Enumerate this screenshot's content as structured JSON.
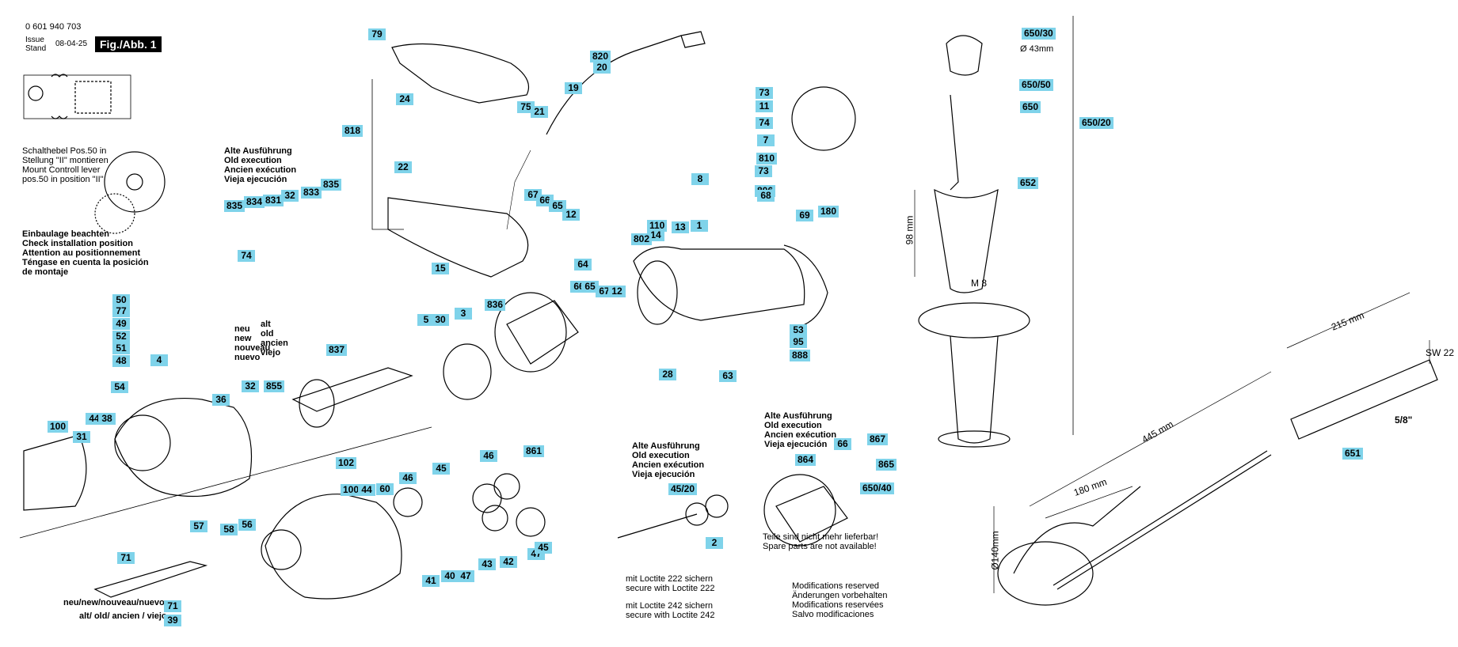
{
  "header": {
    "part_number": "0 601 940 703",
    "issue_label": "Issue",
    "stand_label": "Stand",
    "issue_date": "08-04-25",
    "figure_label": "Fig./Abb. 1"
  },
  "notes": {
    "switch_lever": [
      "Schalthebel Pos.50 in",
      "Stellung \"II\" montieren",
      "Mount Controll lever",
      "pos.50 in position \"II\""
    ],
    "install_position": [
      "Einbaulage beachten",
      "Check installation position",
      "Attention au positionnement",
      "Téngase en cuenta la posición",
      "de montaje"
    ],
    "old_exec_1": [
      "Alte Ausführung",
      "Old execution",
      "Ancien exécution",
      "Vieja ejecución"
    ],
    "old_exec_2": [
      "Alte Ausführung",
      "Old execution",
      "Ancien exécution",
      "Vieja ejecución"
    ],
    "old_exec_3": [
      "Alte Ausführung",
      "Old execution",
      "Ancien exécution",
      "Vieja ejecución"
    ],
    "new_old_labels": [
      "neu",
      "new",
      "nouveau",
      "nuevo"
    ],
    "old_labels": [
      "alt",
      "old",
      "ancien",
      "viejo"
    ],
    "new_line": "neu/new/nouveau/nuevo",
    "old_line": "alt/ old/ ancien / viejo",
    "not_deliverable": [
      "Teile sind nicht mehr lieferbar!",
      "Spare parts are not available!"
    ],
    "loctite_222": [
      "mit Loctite 222 sichern",
      "secure with Loctite 222"
    ],
    "loctite_242": [
      "mit Loctite 242 sichern",
      "secure with Loctite 242"
    ],
    "modifications": [
      "Modifications reserved",
      "Änderungen vorbehalten",
      "Modifications reservées",
      "Salvo modificaciones"
    ]
  },
  "dimensions": {
    "d43": "Ø 43mm",
    "m8": "M 8",
    "mm98": "98 mm",
    "mm215": "215 mm",
    "sw22": "SW 22",
    "in58": "5/8\"",
    "mm445": "445 mm",
    "mm180": "180 mm",
    "mm140": "Ø140mm"
  },
  "part_labels": [
    "79",
    "820",
    "20",
    "19",
    "24",
    "75",
    "21",
    "818",
    "22",
    "67",
    "66",
    "65",
    "12",
    "73",
    "11",
    "74",
    "7",
    "810",
    "73",
    "8",
    "806",
    "68",
    "15",
    "69",
    "180",
    "110",
    "14",
    "13",
    "1",
    "802",
    "64",
    "66",
    "65",
    "67",
    "12",
    "53",
    "95",
    "888",
    "28",
    "63",
    "836",
    "835",
    "834",
    "831",
    "32",
    "833",
    "835",
    "74",
    "50",
    "77",
    "49",
    "52",
    "51",
    "48",
    "4",
    "5",
    "30",
    "3",
    "837",
    "54",
    "44",
    "38",
    "100",
    "31",
    "36",
    "32",
    "855",
    "102",
    "100",
    "44",
    "60",
    "46",
    "45",
    "46",
    "861",
    "57",
    "58",
    "56",
    "71",
    "71",
    "39",
    "41",
    "40",
    "47",
    "43",
    "42",
    "47",
    "45",
    "45/20",
    "2",
    "864",
    "66",
    "867",
    "865",
    "650/40",
    "650/30",
    "650/50",
    "650",
    "650/20",
    "652",
    "651"
  ]
}
